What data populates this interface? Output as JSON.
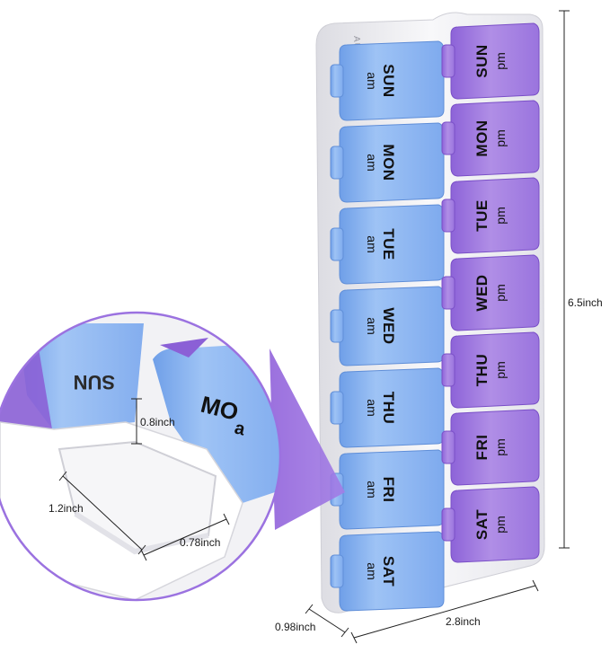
{
  "product": {
    "brand": "AUVON",
    "colors": {
      "am_lid": "#8fb8f2",
      "pm_lid": "#a47fe0",
      "body": "#f4f4f6"
    },
    "am_compartments": [
      {
        "day": "SUN",
        "period": "am"
      },
      {
        "day": "MON",
        "period": "am"
      },
      {
        "day": "TUE",
        "period": "am"
      },
      {
        "day": "WED",
        "period": "am"
      },
      {
        "day": "THU",
        "period": "am"
      },
      {
        "day": "FRI",
        "period": "am"
      },
      {
        "day": "SAT",
        "period": "am"
      }
    ],
    "pm_compartments": [
      {
        "day": "SUN",
        "period": "pm"
      },
      {
        "day": "MON",
        "period": "pm"
      },
      {
        "day": "TUE",
        "period": "pm"
      },
      {
        "day": "WED",
        "period": "pm"
      },
      {
        "day": "THU",
        "period": "pm"
      },
      {
        "day": "FRI",
        "period": "pm"
      },
      {
        "day": "SAT",
        "period": "pm"
      }
    ]
  },
  "dimensions": {
    "height": "6.5inch",
    "width": "2.8inch",
    "depth": "0.98inch"
  },
  "inset": {
    "open_lid_text": "SUN",
    "closed_lid_day": "MO",
    "closed_lid_period": "a",
    "compartment_depth": "0.8inch",
    "compartment_length": "1.2inch",
    "compartment_width": "0.78inch"
  }
}
